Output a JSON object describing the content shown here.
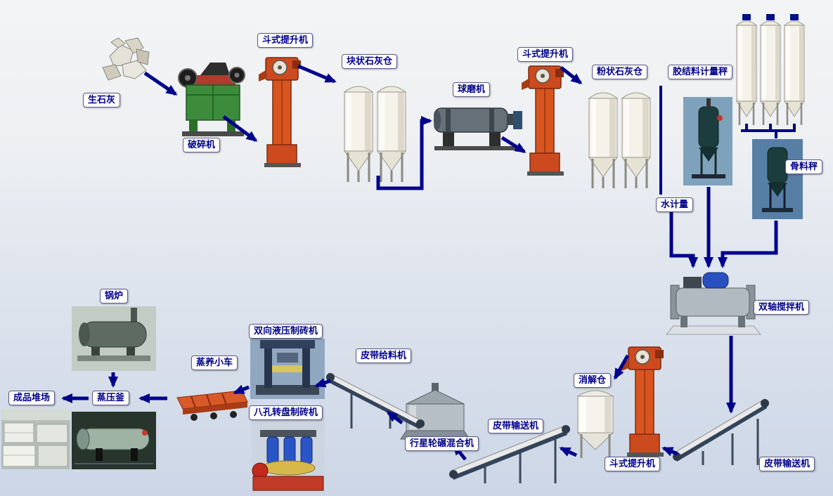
{
  "labels": {
    "quicklime": "生石灰",
    "crusher": "破碎机",
    "bucket_elevator_1": "斗式提升机",
    "lump_lime_silo": "块状石灰仓",
    "ball_mill": "球磨机",
    "bucket_elevator_2": "斗式提升机",
    "powder_lime_silo": "粉状石灰仓",
    "binder_scale": "胶结料计量秤",
    "aggregate_scale": "骨料秤",
    "water_meter": "水计量",
    "twin_shaft_mixer": "双轴搅拌机",
    "belt_conveyor_right": "皮带输送机",
    "bucket_elevator_3": "斗式提升机",
    "digestion_silo": "消解仓",
    "belt_conveyor_mid": "皮带输送机",
    "planetary_mixer": "行星轮碾混合机",
    "belt_feeder": "皮带给料机",
    "hydraulic_press": "双向液压制砖机",
    "rotary_press": "八孔转盘制砖机",
    "steam_cart": "蒸养小车",
    "autoclave": "蒸压釜",
    "boiler": "锅炉",
    "product_yard": "成品堆场"
  },
  "colors": {
    "arrow": "#00008b",
    "label_text": "#00008b",
    "label_background": "#ffffff",
    "elevator": "#d8551f",
    "silo": "#f5f2e9"
  },
  "flow_sequence": [
    "生石灰",
    "破碎机",
    "斗式提升机",
    "块状石灰仓",
    "球磨机",
    "斗式提升机",
    "粉状石灰仓",
    "双轴搅拌机",
    "皮带输送机",
    "斗式提升机",
    "消解仓",
    "皮带输送机",
    "行星轮碾混合机",
    "皮带给料机",
    "双向液压制砖机 / 八孔转盘制砖机",
    "蒸养小车",
    "蒸压釜",
    "成品堆场"
  ],
  "mixer_inputs": [
    "胶结料计量秤",
    "骨料秤",
    "水计量"
  ],
  "boiler_feeds": "蒸压釜"
}
